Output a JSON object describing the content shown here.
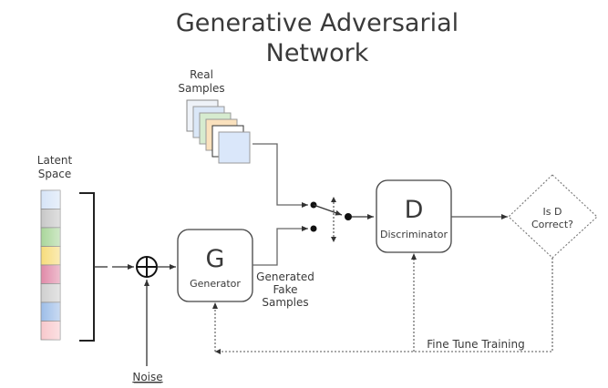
{
  "title": {
    "line1": "Generative Adversarial",
    "line2": "Network"
  },
  "labels": {
    "real_samples": [
      "Real",
      "Samples"
    ],
    "latent_space": [
      "Latent",
      "Space"
    ],
    "generator_letter": "G",
    "generator_name": "Generator",
    "discriminator_letter": "D",
    "discriminator_name": "Discriminator",
    "generated_fake": [
      "Generated",
      "Fake",
      "Samples"
    ],
    "decision": [
      "Is D",
      "Correct?"
    ],
    "fine_tune": "Fine Tune Training",
    "noise": "Noise"
  },
  "latent_cells": [
    {
      "name": "cell-1",
      "color": "#d6e4f7"
    },
    {
      "name": "cell-2",
      "color": "#c7c7c7"
    },
    {
      "name": "cell-3",
      "color": "#a9d69a"
    },
    {
      "name": "cell-4",
      "color": "#f7dc7a"
    },
    {
      "name": "cell-5",
      "color": "#e08aa8"
    },
    {
      "name": "cell-6",
      "color": "#cfcfcf"
    },
    {
      "name": "cell-7",
      "color": "#9dbde8"
    },
    {
      "name": "cell-8",
      "color": "#f8c8cc"
    }
  ],
  "sample_cards": [
    {
      "color": "#eef2f8",
      "stroke": "#888"
    },
    {
      "color": "#dae7f7",
      "stroke": "#999"
    },
    {
      "color": "#d6ebcf",
      "stroke": "#999"
    },
    {
      "color": "#fae1bd",
      "stroke": "#999"
    },
    {
      "color": "#ffffff",
      "stroke": "#333"
    },
    {
      "color": "#dae7fa",
      "stroke": "#999"
    }
  ]
}
